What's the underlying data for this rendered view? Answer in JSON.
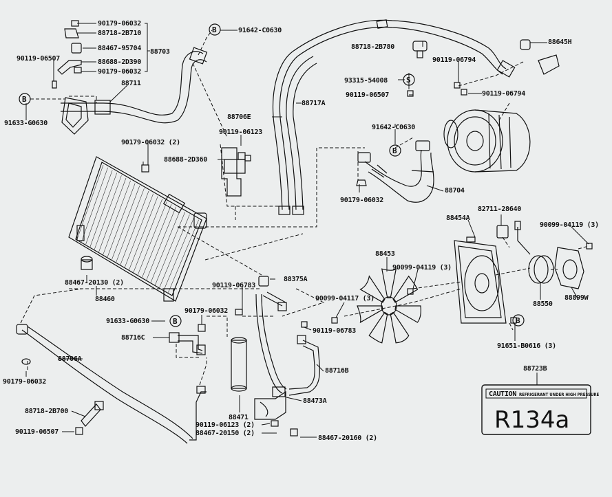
{
  "labels": {
    "p90179_06032_a": "90179-06032",
    "p88718_2B710": "88718-2B710",
    "p88467_95704": "88467-95704",
    "p88703": "88703",
    "p90119_06507_a": "90119-06507",
    "p88688_2D390": "88688-2D390",
    "p90179_06032_b": "90179-06032",
    "p88711": "88711",
    "p91633_G0630_a": "91633-G0630",
    "p91642_C0630_a": "91642-C0630",
    "p88718_2B780": "88718-2B780",
    "p88645H": "88645H",
    "p90119_06794_a": "90119-06794",
    "p93315_54008": "93315-54008",
    "p90119_06794_b": "90119-06794",
    "p90119_06507_b": "90119-06507",
    "p88717A": "88717A",
    "p88706E": "88706E",
    "p90119_06123_a": "90119-06123",
    "p91642_C0630_b": "91642-C0630",
    "p90179_06032_c": "90179-06032 (2)",
    "p88688_2D360": "88688-2D360",
    "p88704": "88704",
    "p90179_06032_d": "90179-06032",
    "p82711_28640": "82711-28640",
    "p88454A": "88454A",
    "p90099_04119_a": "90099-04119 (3)",
    "p88453": "88453",
    "p90099_04119_b": "90099-04119 (3)",
    "p88467_20130": "88467-20130 (2)",
    "p88460": "88460",
    "p90119_06783_a": "90119-06783",
    "p88375A": "88375A",
    "p90099_04117": "90099-04117 (3)",
    "p88550": "88550",
    "p88899W": "88899W",
    "p91633_G0630_b": "91633-G0630",
    "p90179_06032_e": "90179-06032",
    "p90119_06783_b": "90119-06783",
    "p91651_B0616": "91651-B0616 (3)",
    "p88716C": "88716C",
    "p88706A": "88706A",
    "p90179_06032_f": "90179-06032",
    "p88716B": "88716B",
    "p88723B": "88723B",
    "p88473A": "88473A",
    "p88718_2B700": "88718-2B700",
    "p88471": "88471",
    "p90119_06507_c": "90119-06507",
    "p90119_06123_b": "90119-06123 (2)",
    "p88467_20150": "88467-20150 (2)",
    "p88467_20160": "88467-20160 (2)",
    "marker_B": "B",
    "marker_S": "S",
    "caution_title": "CAUTION",
    "caution_text": "REFRIGERANT UNDER HIGH PRESSURE",
    "refrigerant": "R134a"
  }
}
